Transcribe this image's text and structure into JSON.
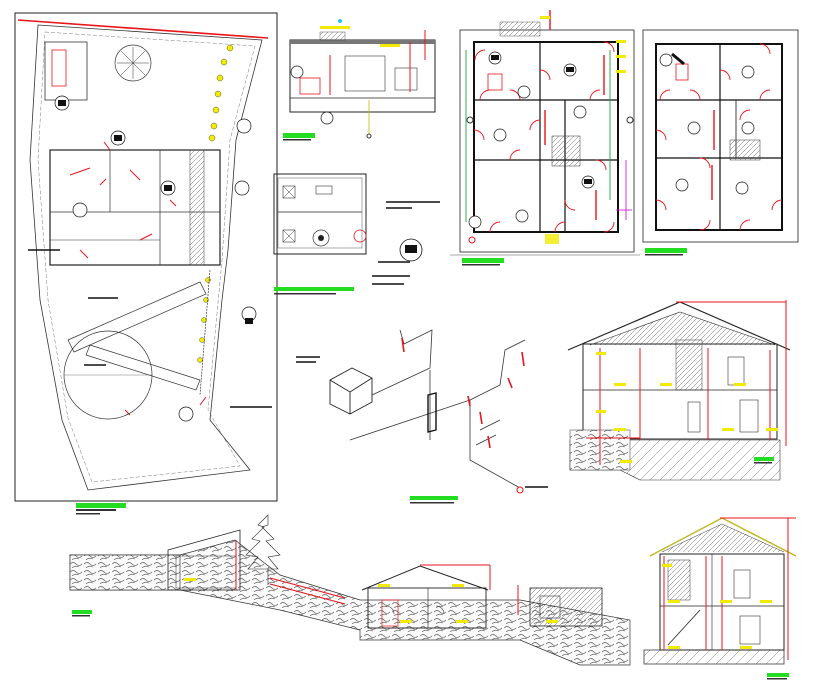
{
  "sheet": {
    "title": "",
    "colors": {
      "background": "#ffffff",
      "linework": "#1a1a1a",
      "annotation_red": "#e8141b",
      "annotation_yellow": "#f2ea00",
      "title_bar_green": "#22dd22",
      "water_green": "#1fa23a",
      "pipe_magenta": "#cc22cc",
      "accent_cyan": "#22c9e8"
    }
  },
  "views": [
    {
      "id": "site-plan",
      "kind": "site plan",
      "title_bar": true
    },
    {
      "id": "section-strip",
      "kind": "small section",
      "title_bar": true
    },
    {
      "id": "tank-detail",
      "kind": "tank detail plan",
      "title_bar": true
    },
    {
      "id": "ground-floor-plan",
      "kind": "floor plan",
      "title_bar": true
    },
    {
      "id": "upper-floor-plan",
      "kind": "floor plan",
      "title_bar": true
    },
    {
      "id": "isometric",
      "kind": "plumbing isometric",
      "title_bar": true
    },
    {
      "id": "elevation-right",
      "kind": "house section",
      "title_bar": true
    },
    {
      "id": "long-section",
      "kind": "site section",
      "title_bar": true
    },
    {
      "id": "house-section-bottom",
      "kind": "house section",
      "title_bar": true
    }
  ]
}
